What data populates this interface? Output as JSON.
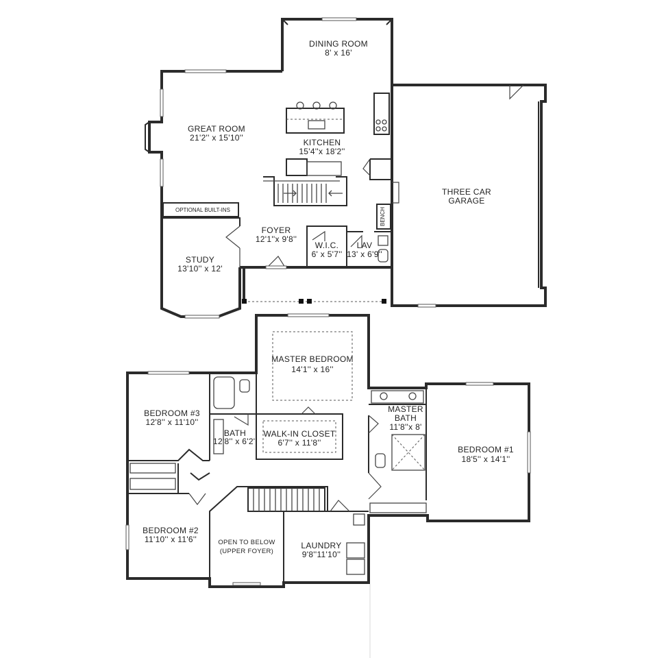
{
  "first_floor": {
    "dining_room": {
      "name": "DINING ROOM",
      "size": "8' x 16'"
    },
    "great_room": {
      "name": "GREAT ROOM",
      "size": "21'2'' x 15'10''"
    },
    "kitchen": {
      "name": "KITCHEN",
      "size": "15'4''x 18'2''"
    },
    "garage": {
      "line1": "THREE CAR",
      "line2": "GARAGE"
    },
    "optional_built_ins": "OPTIONAL BUILT-INS",
    "foyer": {
      "name": "FOYER",
      "size": "12'1''x 9'8''"
    },
    "wic": {
      "name": "W.I.C.",
      "size": "6' x 5'7''"
    },
    "lav": {
      "name": "LAV",
      "size": "13' x 6'9''"
    },
    "bench": "BENCH",
    "study": {
      "name": "STUDY",
      "size": "13'10'' x 12'"
    }
  },
  "second_floor": {
    "master_bedroom": {
      "name": "MASTER BEDROOM",
      "size": "14'1'' x 16''"
    },
    "bedroom3": {
      "name": "BEDROOM #3",
      "size": "12'8'' x 11'10''"
    },
    "bath": {
      "name": "BATH",
      "size": "12'8'' x 6'2''"
    },
    "walk_in_closet": {
      "name": "WALK-IN CLOSET",
      "size": "6'7'' x 11'8''"
    },
    "master_bath": {
      "line1": "MASTER",
      "line2": "BATH",
      "size": "11'8''x 8'"
    },
    "bedroom1": {
      "name": "BEDROOM #1",
      "size": "18'5'' x 14'1''"
    },
    "bedroom2": {
      "name": "BEDROOM #2",
      "size": "11'10'' x 11'6''"
    },
    "open_to_below": {
      "line1": "OPEN TO BELOW",
      "line2": "(UPPER FOYER)"
    },
    "laundry": {
      "name": "LAUNDRY",
      "size": "9'8''11'10''"
    }
  }
}
